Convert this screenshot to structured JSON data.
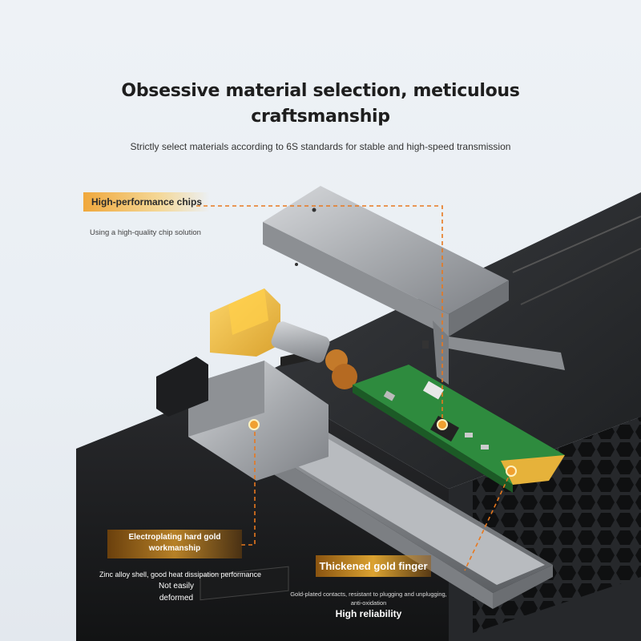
{
  "heading": {
    "title_line1": "Obsessive material selection, meticulous",
    "title_line2": "craftsmanship",
    "subtitle": "Strictly select materials according to 6S standards for stable and high-speed transmission"
  },
  "callouts": {
    "chips": {
      "label": "High-performance chips",
      "description": "Using a high-quality chip solution"
    },
    "gold": {
      "label_line1": "Electroplating hard gold",
      "label_line2": "workmanship",
      "description_line1": "Zinc alloy shell, good heat dissipation performance",
      "description_line2": "Not easily",
      "description_line3": "deformed"
    },
    "finger": {
      "label": "Thickened gold finger",
      "description_line1": "Gold-plated contacts, resistant to plugging and unplugging,",
      "description_line2": "anti-oxidation",
      "highlight": "High reliability"
    }
  },
  "colors": {
    "accent_orange": "#e8781e",
    "gold": "#e8b93a",
    "pcb_green": "#2e8b3e",
    "background": "#eef2f6"
  }
}
